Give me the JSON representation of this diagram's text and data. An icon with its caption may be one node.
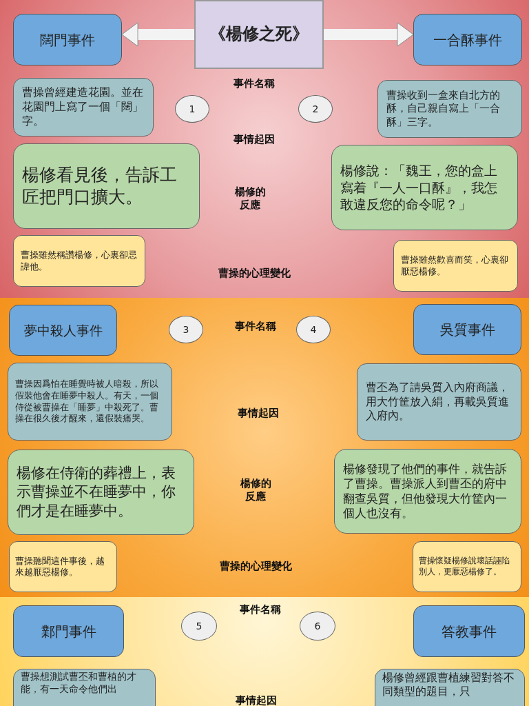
{
  "diagram": {
    "nodes": [
      {
        "text": [
          "《楊修之死》"
        ]
      },
      {
        "text": [
          "闊門事件"
        ]
      },
      {
        "text": [
          "一合酥事件"
        ]
      },
      {
        "text": [
          "1"
        ]
      },
      {
        "text": [
          "2"
        ]
      },
      {
        "text": [
          "曹操曾經建造花園。並在花園門上寫了一個「闊」字。"
        ]
      },
      {
        "text": [
          "曹操收到一盒來自北方的酥，自己親自寫上「一合酥」三字。"
        ]
      },
      {
        "text": [
          "楊修看見後，告訴工匠把門口擴大。"
        ]
      },
      {
        "text": [
          "楊修說：「魏王，您的盒上寫着『一人一口酥』，我怎敢違反您的命令呢？」"
        ]
      },
      {
        "text": [
          "曹操雖然稱讚楊修，心裏卻忌諱他。"
        ]
      },
      {
        "text": [
          "曹操雖然歡喜而笑，心裏卻厭惡楊修。"
        ]
      },
      {
        "text": [
          "夢中殺人事件"
        ]
      },
      {
        "text": [
          "3"
        ]
      },
      {
        "text": [
          "4"
        ]
      },
      {
        "text": [
          "吳質事件"
        ]
      },
      {
        "text": [
          "曹操因爲怕在睡覺時被人暗殺，所以假裝他會在睡夢中殺人。有天，一個侍從被曹操在「睡夢」中殺死了。曹操在很久後才醒來，還假裝痛哭。"
        ]
      },
      {
        "text": [
          "曹丕為了請吳質入內府商議，用大竹筐放入絹，再載吳質進入府內。"
        ]
      },
      {
        "text": [
          "楊修在侍衛的葬禮上，表示曹操並不在睡夢中，你們才是在睡夢中。"
        ]
      },
      {
        "text": [
          "楊修發現了他們的事件，就告訴了曹操。曹操派人到曹丕的府中翻查吳質，但他發現大竹筐內一個人也沒有。"
        ]
      },
      {
        "text": [
          "曹操聽聞這件事後，越來越厭惡楊修。"
        ]
      },
      {
        "text": [
          "曹操懷疑楊修說壞話誣陷別人，更厭惡楊修了。"
        ]
      },
      {
        "text": [
          "鄴門事件"
        ]
      },
      {
        "text": [
          "5"
        ]
      },
      {
        "text": [
          "6"
        ]
      },
      {
        "text": [
          "答教事件"
        ]
      },
      {
        "text": [
          "曹操想測試曹丕和曹植的才能，有一天命令他們出"
        ]
      },
      {
        "text": [
          "楊修曾經跟曹植練習對答不同類型的題目，只"
        ]
      }
    ],
    "edges": [
      {
        "from": 0,
        "to": 1,
        "arrow": "to"
      },
      {
        "from": 0,
        "to": 2,
        "arrow": "to"
      }
    ],
    "labels": [
      "事件名稱",
      "事情起因",
      "楊修的反應",
      "曹操的心理變化",
      "事件名稱",
      "事情起因",
      "楊修的反應",
      "曹操的心理變化",
      "事件名稱",
      "事情起因"
    ]
  }
}
